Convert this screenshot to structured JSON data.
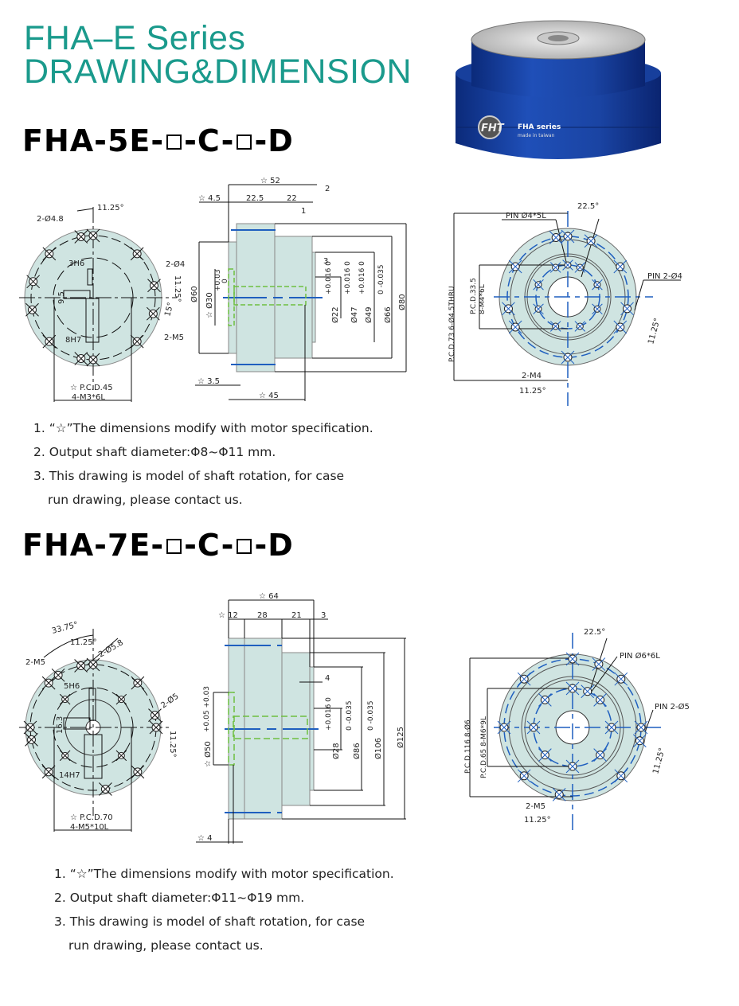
{
  "header": {
    "line1": "FHA–E Series",
    "line2": "DRAWING&DIMENSION"
  },
  "product_image": {
    "brand": "FHT",
    "label": "FHA series",
    "sublabel": "made in taiwan"
  },
  "colors": {
    "title": "#1a9a8c",
    "part_fill": "#cfe4e1",
    "center_line": "#1f5fbf",
    "hidden_line": "#6fbf40"
  },
  "sections": [
    {
      "model": {
        "prefix": "FHA-5E-",
        "mid": "-C-",
        "suffix": "-D"
      },
      "front": {
        "ang_top": "11.25°",
        "hole_a": "2-Ø4.8",
        "key": "3H6",
        "hole_b": "2-Ø4",
        "ang_right": "11.25°",
        "dim_key": "9.5",
        "ang_15": "15°",
        "bore": "8H7",
        "tap": "2-M5",
        "pcd": "☆ P.C.D.45",
        "tap2": "4-M3*6L"
      },
      "side": {
        "len": "☆ 52",
        "d2": "2",
        "d45": "☆ 4.5",
        "d225": "22.5",
        "d22": "22",
        "d1": "1",
        "d3": "3",
        "dia60": "Ø60",
        "dia30": "☆ Ø30",
        "tol30": "+0.03",
        "tol30b": "0",
        "dia22": "Ø22",
        "tol22": "+0.016  0",
        "dia47": "Ø47",
        "tol47": "+0.016  0",
        "dia49": "Ø49",
        "tol49": "+0.016  0",
        "dia66": "Ø66",
        "tol66": "0  -0.035",
        "dia80": "Ø80",
        "d35": "☆ 3.5",
        "d45b": "☆ 45"
      },
      "rear": {
        "ang": "22.5°",
        "pin": "PIN Ø4*5L",
        "pin2": "PIN 2-Ø4",
        "pcd_outer": "P.C.D.73 6-Ø4.5THRU",
        "pcd_inner": "P.C.D.33.5",
        "tap": "8-M4*6L",
        "ang_r": "11.25°",
        "tap2": "2-M4",
        "ang_b": "11.25°"
      },
      "notes": [
        "1. “☆”The dimensions modify with motor specification.",
        "2. Output shaft diameter:Φ8~Φ11 mm.",
        "3. This drawing is model of shaft rotation, for case",
        "run drawing, please contact us."
      ]
    },
    {
      "model": {
        "prefix": "FHA-7E-",
        "mid": "-C-",
        "suffix": "-D"
      },
      "front": {
        "ang_a": "33.75°",
        "ang_b": "11.25°",
        "hole_a": "2-Ø5.8",
        "tap_a": "2-M5",
        "key": "5H6",
        "hole_b": "2-Ø5",
        "dim_key": "16.3",
        "ang_right": "11.25°",
        "bore": "14H7",
        "pcd": "☆ P.C.D.70",
        "tap2": "4-M5*10L"
      },
      "side": {
        "len": "☆ 64",
        "d12": "☆ 12",
        "d28": "28",
        "d21": "21",
        "d3": "3",
        "d4": "4",
        "tol50": "+0.05  +0.03",
        "dia50": "☆ Ø50",
        "dia28": "Ø28",
        "tol28": "+0.016  0",
        "dia86": "Ø86",
        "tol86": "0  -0.035",
        "dia106": "Ø106",
        "tol106": "0  -0.035",
        "dia125": "Ø125",
        "d4b": "☆ 4"
      },
      "rear": {
        "ang": "22.5°",
        "pin": "PIN Ø6*6L",
        "pin2": "PIN 2-Ø5",
        "pcd_outer": "P.C.D.116 8-Ø6",
        "pcd_inner": "P.C.D.65 8-M6*9L",
        "ang_r": "11.25°",
        "tap2": "2-M5",
        "ang_b": "11.25°"
      },
      "notes": [
        "1. “☆”The dimensions modify with motor specification.",
        "2. Output shaft diameter:Φ11~Φ19 mm.",
        "3. This drawing is model of shaft rotation, for case",
        "run drawing, please contact us."
      ]
    }
  ]
}
